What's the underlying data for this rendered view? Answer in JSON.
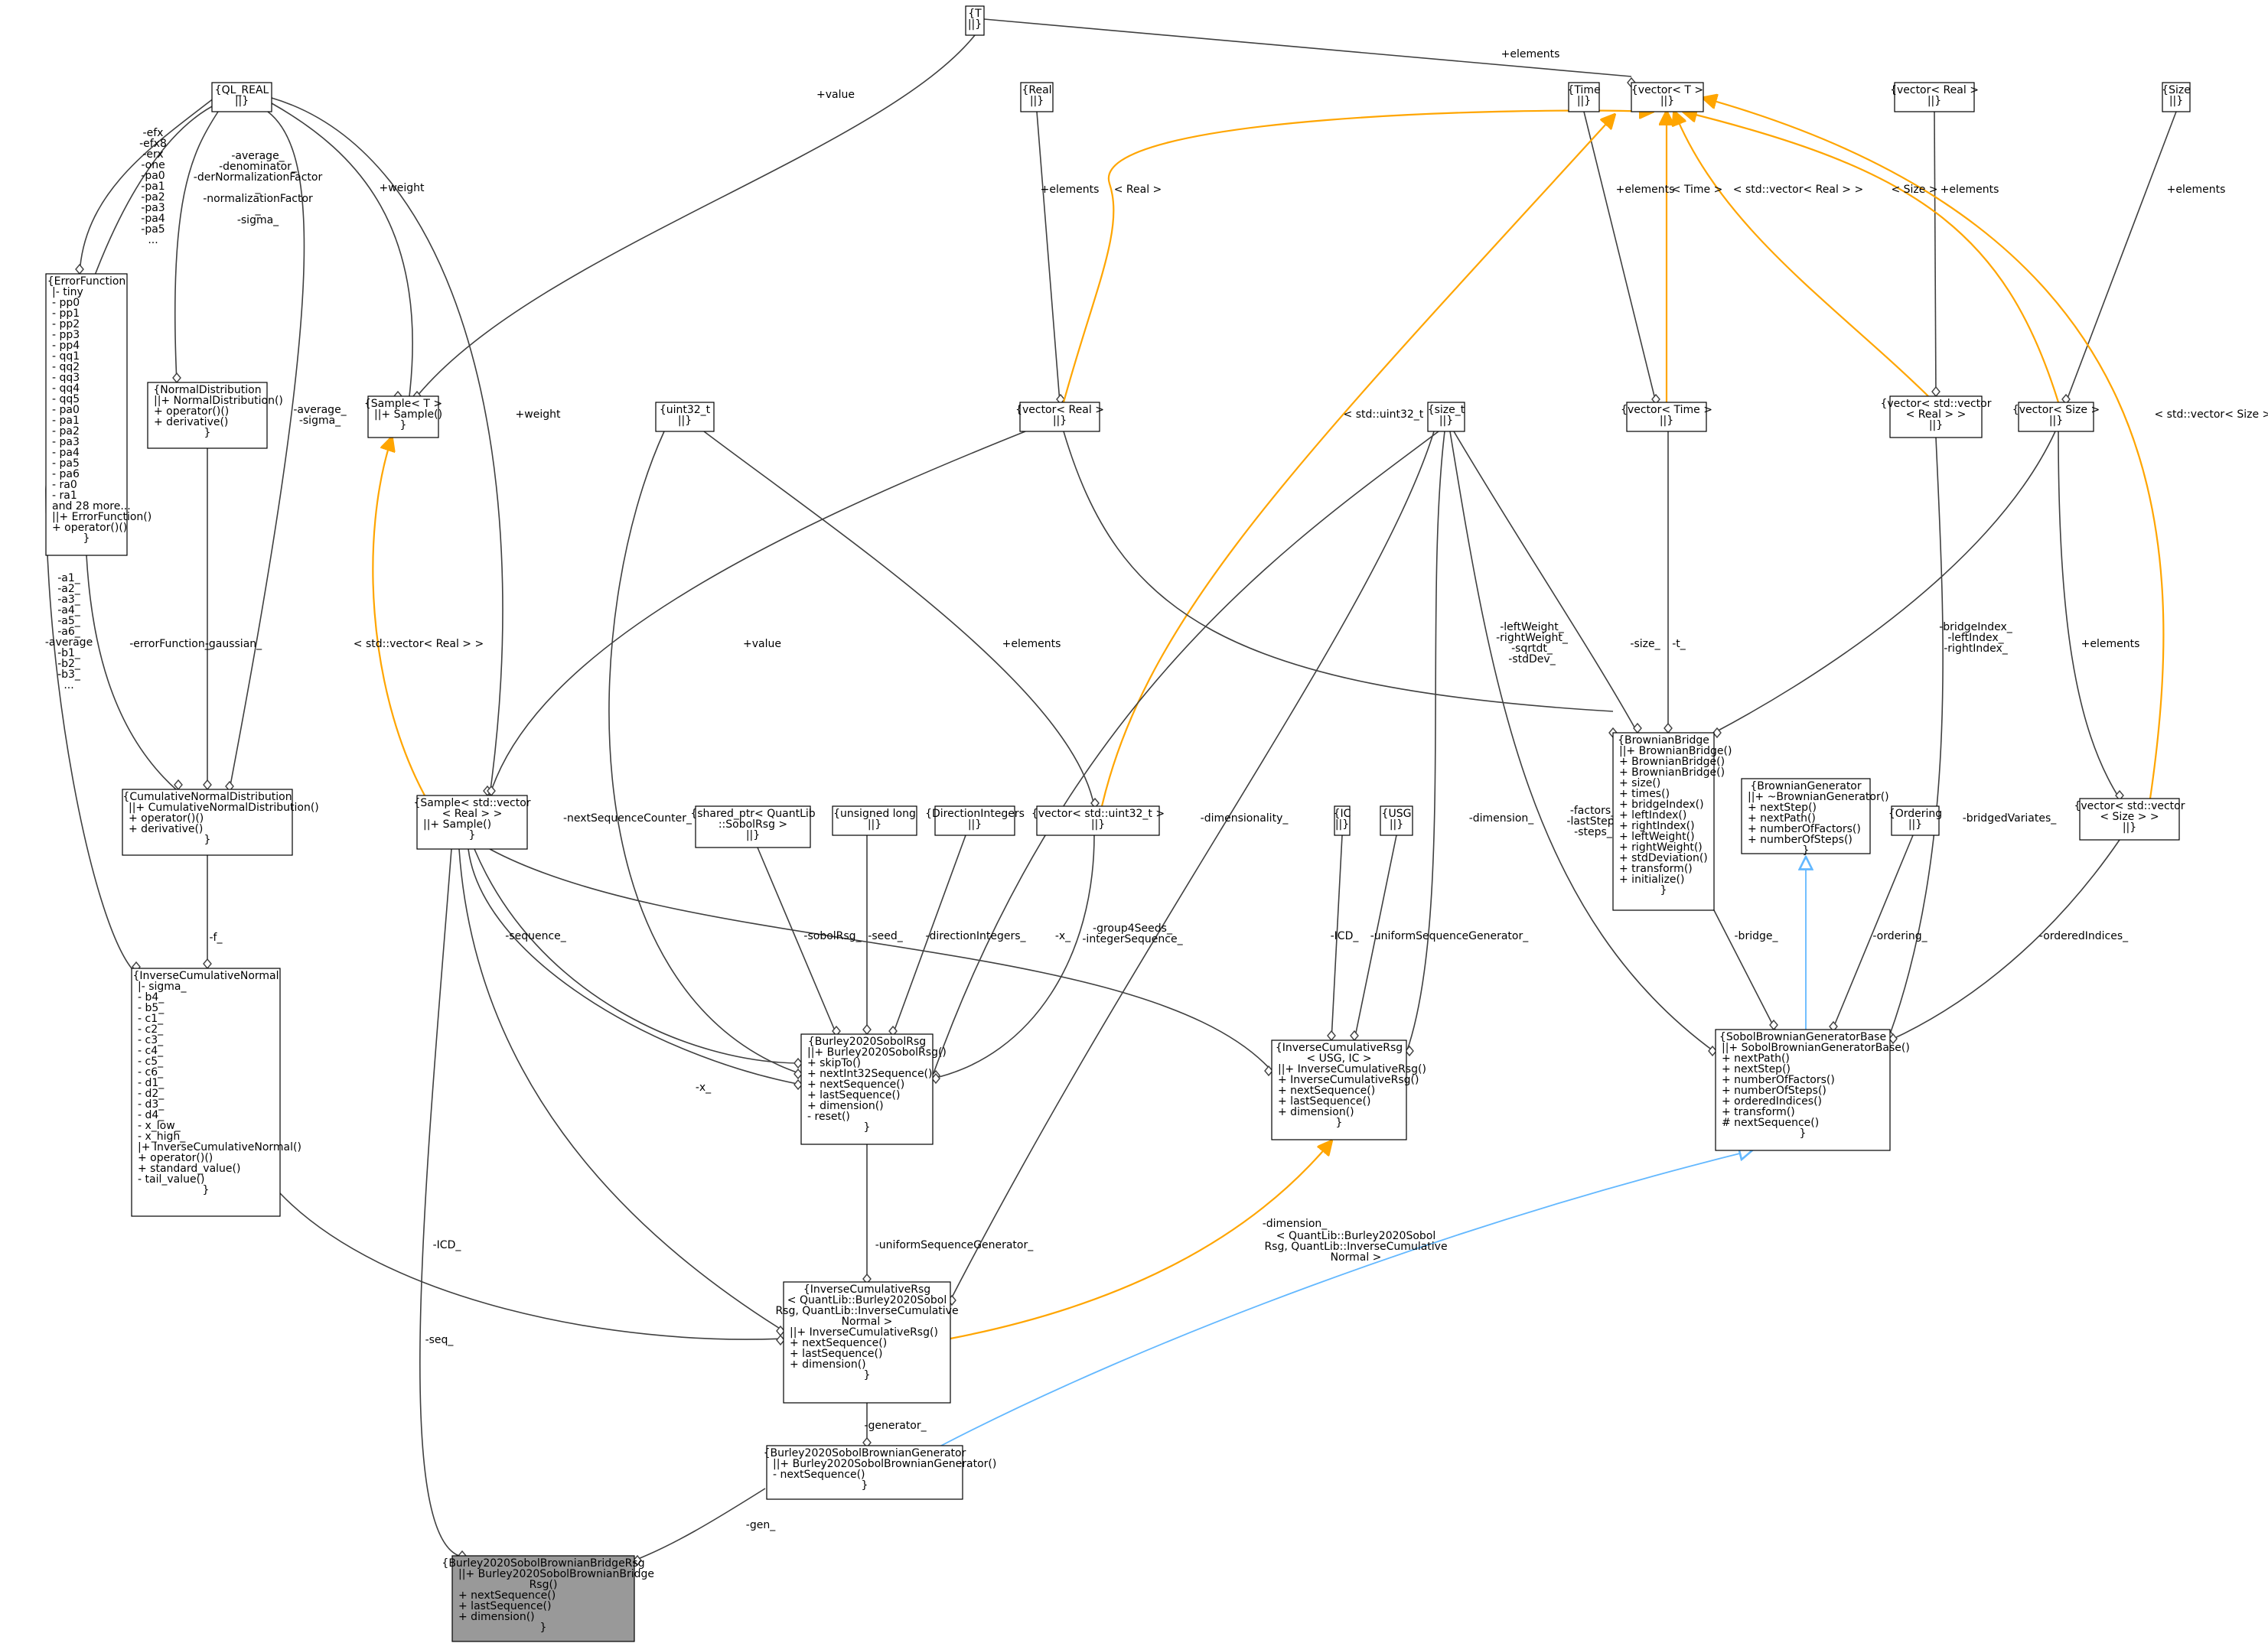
{
  "nodes": {
    "T": [
      "{T",
      "||}"
    ],
    "QL_REAL": [
      "{QL_REAL",
      "||}"
    ],
    "Real": [
      "{Real",
      "||}"
    ],
    "Time": [
      "{Time",
      "||}"
    ],
    "vectorT": [
      "{vector< T >",
      "||}"
    ],
    "vectorRealTop": [
      "{vector< Real >",
      "||}"
    ],
    "Size": [
      "{Size",
      "||}"
    ],
    "ErrorFunction": [
      "{ErrorFunction",
      "|- tiny",
      "- pp0",
      "- pp1",
      "- pp2",
      "- pp3",
      "- pp4",
      "- qq1",
      "- qq2",
      "- qq3",
      "- qq4",
      "- qq5",
      "- pa0",
      "- pa1",
      "- pa2",
      "- pa3",
      "- pa4",
      "- pa5",
      "- pa6",
      "- ra0",
      "- ra1",
      "and 28 more...",
      "||+ ErrorFunction()",
      "+ operator()()",
      "}"
    ],
    "NormalDistribution": [
      "{NormalDistribution",
      "||+ NormalDistribution()",
      "+ operator()()",
      "+ derivative()",
      "}"
    ],
    "SampleT": [
      "{Sample< T >",
      "||+ Sample()",
      "}"
    ],
    "uint32": [
      "{uint32_t",
      "||}"
    ],
    "vectorReal": [
      "{vector< Real >",
      "||}"
    ],
    "size_t": [
      "{size_t",
      "||}"
    ],
    "vectorTime": [
      "{vector< Time >",
      "||}"
    ],
    "vectorVectorReal": [
      "{vector< std::vector",
      "< Real > >",
      "||}"
    ],
    "vectorSize": [
      "{vector< Size >",
      "||}"
    ],
    "CumNormal": [
      "{CumulativeNormalDistribution",
      "||+ CumulativeNormalDistribution()",
      "+ operator()()",
      "+ derivative()",
      "}"
    ],
    "SampleVec": [
      "{Sample< std::vector",
      "< Real > >",
      "||+ Sample()",
      "}"
    ],
    "sharedPtr": [
      "{shared_ptr< QuantLib",
      "::SobolRsg >",
      "||}"
    ],
    "ulong": [
      "{unsigned long",
      "||}"
    ],
    "DirInt": [
      "{DirectionIntegers",
      "||}"
    ],
    "vectorUint32": [
      "{vector< std::uint32_t >",
      "||}"
    ],
    "IC": [
      "{IC",
      "||}"
    ],
    "USG": [
      "{USG",
      "||}"
    ],
    "BrownianBridge": [
      "{BrownianBridge",
      "||+ BrownianBridge()",
      "+ BrownianBridge()",
      "+ BrownianBridge()",
      "+ size()",
      "+ times()",
      "+ bridgeIndex()",
      "+ leftIndex()",
      "+ rightIndex()",
      "+ leftWeight()",
      "+ rightWeight()",
      "+ stdDeviation()",
      "+ transform()",
      "+ initialize()",
      "}"
    ],
    "BrownianGenerator": [
      "{BrownianGenerator",
      "||+ ~BrownianGenerator()",
      "+ nextStep()",
      "+ nextPath()",
      "+ numberOfFactors()",
      "+ numberOfSteps()",
      "}"
    ],
    "Ordering": [
      "{Ordering",
      "||}"
    ],
    "vectorVectorSize": [
      "{vector< std::vector",
      "< Size > >",
      "||}"
    ],
    "InvCumNormal": [
      "{InverseCumulativeNormal",
      "|- sigma_",
      "- b4_",
      "- b5_",
      "- c1_",
      "- c2_",
      "- c3_",
      "- c4_",
      "- c5_",
      "- c6_",
      "- d1_",
      "- d2_",
      "- d3_",
      "- d4_",
      "- x_low_",
      "- x_high_",
      "|+ InverseCumulativeNormal()",
      "+ operator()()",
      "+ standard_value()",
      "- tail_value()",
      "}"
    ],
    "Burley2020SobolRsg": [
      "{Burley2020SobolRsg",
      "||+ Burley2020SobolRsg()",
      "+ skipTo()",
      "+ nextInt32Sequence()",
      "+ nextSequence()",
      "+ lastSequence()",
      "+ dimension()",
      "- reset()",
      "}"
    ],
    "InvCumRsgT": [
      "{InverseCumulativeRsg",
      "< USG, IC >",
      "||+ InverseCumulativeRsg()",
      "+ InverseCumulativeRsg()",
      "+ nextSequence()",
      "+ lastSequence()",
      "+ dimension()",
      "}"
    ],
    "SobolBGBase": [
      "{SobolBrownianGeneratorBase",
      "||+ SobolBrownianGeneratorBase()",
      "+ nextPath()",
      "+ nextStep()",
      "+ numberOfFactors()",
      "+ numberOfSteps()",
      "+ orderedIndices()",
      "+ transform()",
      "# nextSequence()",
      "}"
    ],
    "InvCumRsgInst": [
      "{InverseCumulativeRsg",
      "< QuantLib::Burley2020Sobol",
      "Rsg, QuantLib::InverseCumulative",
      "Normal >",
      "||+ InverseCumulativeRsg()",
      "+ nextSequence()",
      "+ lastSequence()",
      "+ dimension()",
      "}"
    ],
    "Burley2020SBG": [
      "{Burley2020SobolBrownianGenerator",
      "||+ Burley2020SobolBrownianGenerator()",
      "- nextSequence()",
      "}"
    ],
    "Focus": [
      "{Burley2020SobolBrownianBridgeRsg",
      "||+ Burley2020SobolBrownianBridge",
      "Rsg()",
      "+ nextSequence()",
      "+ lastSequence()",
      "+ dimension()",
      "}"
    ]
  },
  "edge_labels": {
    "elements_T": "+elements",
    "value_T": "+value",
    "weight_q": "+weight",
    "weight_s": "+weight",
    "value_s": "+value",
    "nd_attrs": [
      "-average_",
      "-denominator_",
      "-derNormalizationFactor",
      "_",
      "-normalizationFactor",
      "_",
      "-sigma_"
    ],
    "ef_attrs": [
      "-efx",
      "-efx8",
      "-erx",
      "-one",
      "-pa0",
      "-pa1",
      "-pa2",
      "-pa3",
      "-pa4",
      "-pa5",
      "..."
    ],
    "cnd_attrs": [
      "-average_",
      "-sigma_"
    ],
    "icn_attrs": [
      "-a1_",
      "-a2_",
      "-a3_",
      "-a4_",
      "-a5_",
      "-a6_",
      "-average",
      "",
      "-b1_",
      "-b2_",
      "-b3_",
      "..."
    ],
    "errorFunction": "-errorFunction_",
    "gaussian": "-gaussian_",
    "f": "-f_",
    "elements_real": "+elements",
    "lt_real": "< Real >",
    "elements_time": "+elements",
    "lt_time": "< Time >",
    "lt_vvreal": "< std::vector< Real > >",
    "lt_size": "< Size >",
    "elements_vvreal": "+elements",
    "elements_size": "+elements",
    "lt_vvsize": "< std::vector< Size > >",
    "elements_vsize": "+elements",
    "lt_uint32": "< std::uint32_t >",
    "lt_sample": "< std::vector< Real > >",
    "elements_uint": "+elements",
    "bb_attrs": [
      "-leftWeight_",
      "-rightWeight_",
      "-sqrtdt_",
      "-stdDev_"
    ],
    "size": "-size_",
    "t": "-t_",
    "bridgeIdx": [
      "-bridgeIndex_",
      "-leftIndex_",
      "-rightIndex_"
    ],
    "nextSeqCounter": "-nextSequenceCounter_",
    "dimensionality": "-dimensionality_",
    "dimension_rsg": "-dimension_",
    "factors": [
      "-factors_",
      "-lastStep_",
      "-steps_"
    ],
    "bridgedVariates": "-bridgedVariates_",
    "sobolRsg": "-sobolRsg_",
    "seed": "-seed_",
    "dirInt": "-directionIntegers_",
    "group4": [
      "-group4Seeds_",
      "-integerSequence_"
    ],
    "x_ic": "-x_",
    "sequence": "-sequence_",
    "x_brsg": "-x_",
    "ICD": "-ICD_",
    "usg": "-uniformSequenceGenerator_",
    "bridge": "-bridge_",
    "ordering": "-ordering_",
    "orderedIndices": "-orderedIndices_",
    "dimension_inst": "-dimension_",
    "ICD_inst": "-ICD_",
    "usg_inst": "-uniformSequenceGenerator_",
    "inst_tmpl": [
      "< QuantLib::Burley2020Sobol",
      "Rsg, QuantLib::InverseCumulative",
      "Normal >"
    ],
    "seq": "-seq_",
    "generator": "-generator_",
    "gen": "-gen_"
  }
}
